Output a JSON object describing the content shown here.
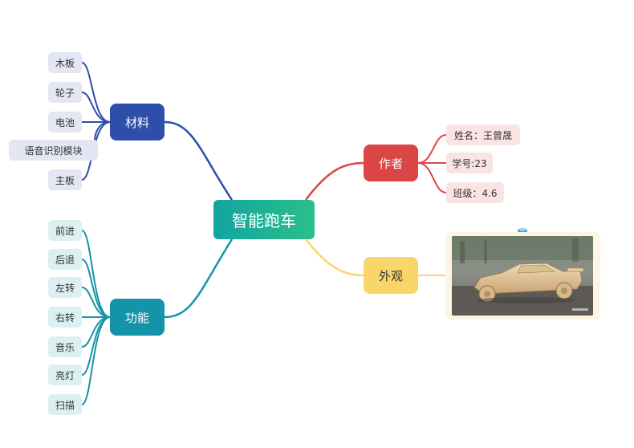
{
  "root": {
    "label": "智能跑车"
  },
  "branches": {
    "materials": {
      "label": "材料",
      "color": "#2d4eab",
      "items": [
        "木板",
        "轮子",
        "电池",
        "语音识别模块",
        "主板"
      ]
    },
    "functions": {
      "label": "功能",
      "color": "#1593a8",
      "items": [
        "前进",
        "后退",
        "左转",
        "右转",
        "音乐",
        "亮灯",
        "扫描"
      ]
    },
    "author": {
      "label": "作者",
      "color": "#dc4545",
      "items": [
        "姓名：王曾晟",
        "学号:23",
        "班级：4.6"
      ]
    },
    "appearance": {
      "label": "外观",
      "color": "#f8d66a",
      "image": "wooden-race-car-photo"
    }
  }
}
